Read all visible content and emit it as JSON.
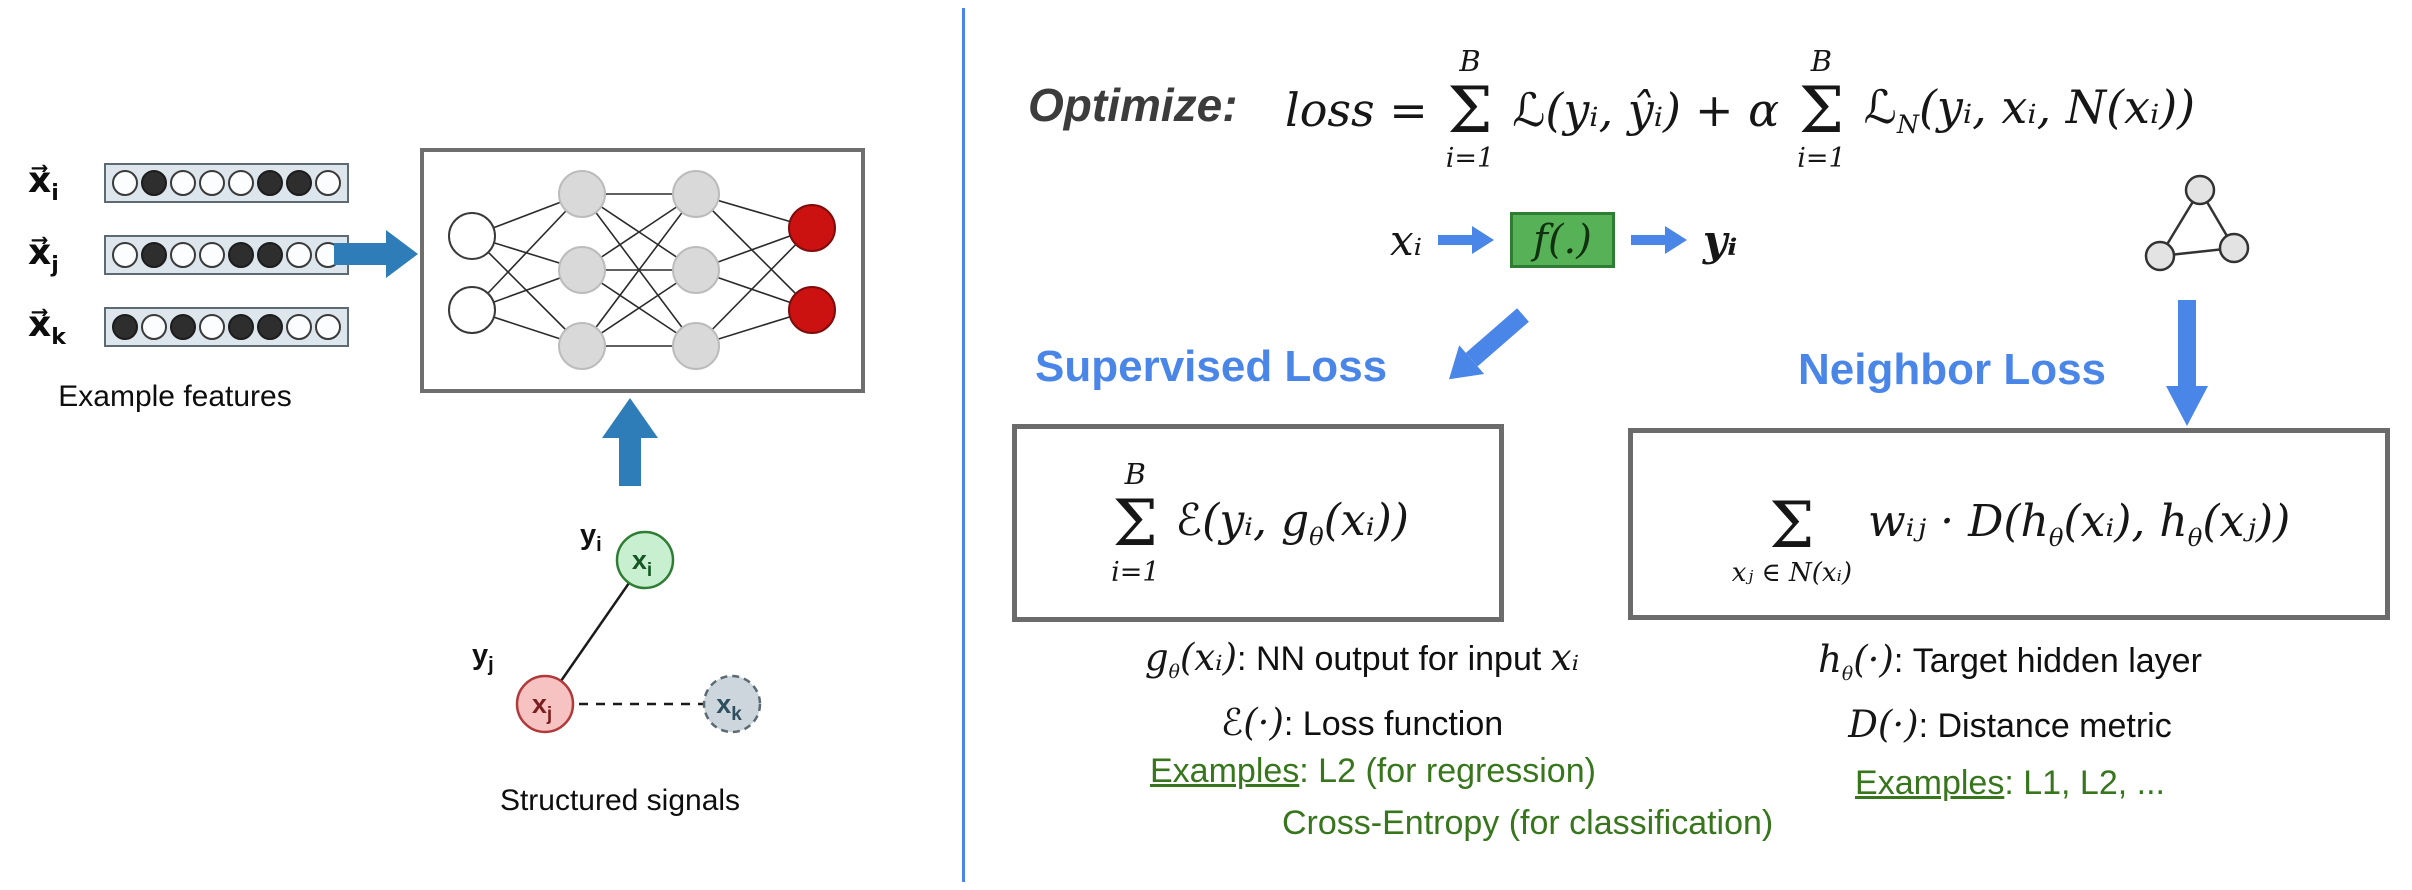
{
  "colors": {
    "accent_blue": "#4a86e8",
    "arrow_blue": "#4a86e8",
    "left_arrow_blue": "#2e7cb8",
    "divider_blue": "#4a86e8",
    "green_box_bg": "#57b257",
    "green_box_border": "#2e7d32",
    "green_text": "#38761d",
    "red_node": "#cc1111",
    "gray_node": "#d9d9d9",
    "green_node": "#c8f0d0",
    "pink_node": "#f6c2c2",
    "box_border": "#6b6b6b"
  },
  "left": {
    "vectors": [
      {
        "base": "x⃗",
        "sub": "i",
        "dots": [
          0,
          1,
          0,
          0,
          0,
          1,
          1,
          0
        ]
      },
      {
        "base": "x⃗",
        "sub": "j",
        "dots": [
          0,
          1,
          0,
          0,
          1,
          1,
          0,
          0
        ]
      },
      {
        "base": "x⃗",
        "sub": "k",
        "dots": [
          1,
          0,
          1,
          0,
          1,
          1,
          0,
          0
        ]
      }
    ],
    "features_caption": "Example features",
    "signals_caption": "Structured signals",
    "graph": {
      "y_base": "y",
      "x_base": "x",
      "sub_i": "i",
      "sub_j": "j",
      "sub_k": "k"
    }
  },
  "right": {
    "optimize_label": "Optimize:",
    "formula": {
      "loss_eq": "loss =",
      "sigma": "Σ",
      "sum_top": "B",
      "sum_bottom": "i=1",
      "cal_L": "ℒ",
      "term1": "(yᵢ, ŷᵢ)",
      "plus_alpha": "+ α",
      "cal_N_sub": "N",
      "term2": "(yᵢ, xᵢ, N(xᵢ))"
    },
    "flow": {
      "x_in": "xᵢ",
      "f_label": "f(.)",
      "y_out": "yᵢ"
    },
    "supervised_heading": "Supervised Loss",
    "neighbor_heading": "Neighbor Loss",
    "supervised_box": {
      "sigma": "Σ",
      "sum_top": "B",
      "sum_bottom": "i=1",
      "cal_E": "ℰ",
      "pre": "(yᵢ, g",
      "theta": "θ",
      "post": "(xᵢ))"
    },
    "neighbor_box": {
      "sigma": "Σ",
      "sum_bottom": "xⱼ ∈ N(xᵢ)",
      "pre": "wᵢⱼ · D(h",
      "theta": "θ",
      "mid": "(xᵢ), h",
      "post": "(xⱼ))"
    },
    "supervised_defs": {
      "g": "g",
      "theta": "θ",
      "g_args": "(xᵢ)",
      "line1_text": ": NN output for input ",
      "line1_tail": "xᵢ",
      "cal_E": "ℰ",
      "e_args": "(·)",
      "line2_text": ": Loss function",
      "examples_label": "Examples",
      "examples_rest": ": L2 (for regression)",
      "examples_line2": "Cross-Entropy (for classification)"
    },
    "neighbor_defs": {
      "h": "h",
      "theta": "θ",
      "h_args": "(·)",
      "line1_text": ": Target hidden layer",
      "d": "D",
      "d_args": "(·)",
      "line2_text": ": Distance metric",
      "examples_label": "Examples",
      "examples_rest": ": L1, L2, ..."
    }
  }
}
